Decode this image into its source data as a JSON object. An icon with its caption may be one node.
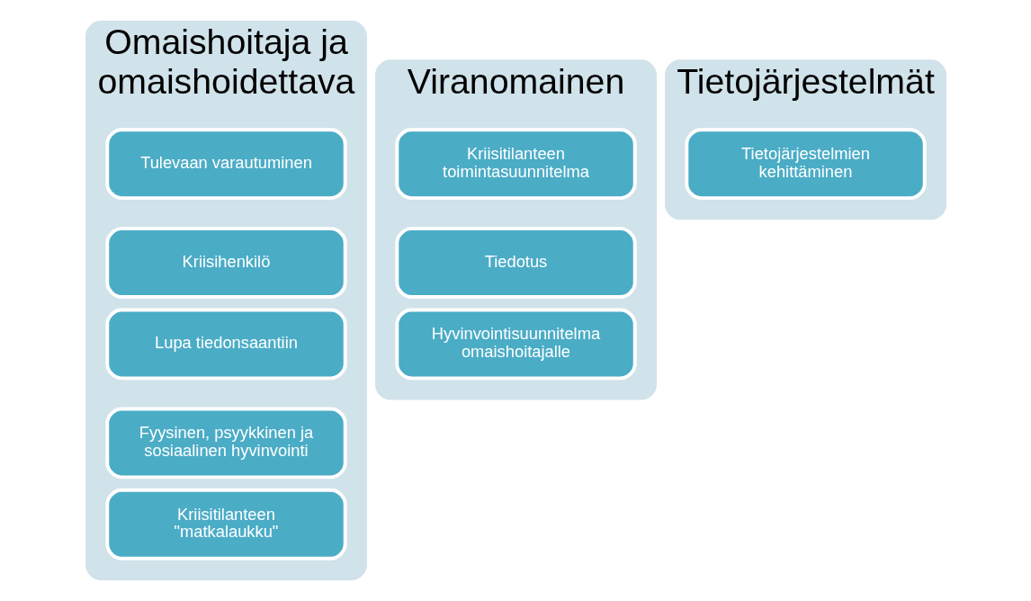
{
  "diagram": {
    "nodes": [
      {
        "text": [
          "Omaishoitaja ja omaishoidettava"
        ]
      },
      {
        "text": [
          "Tulevaan varautuminen"
        ],
        "in": 0
      },
      {
        "text": [
          "Kriisihenkilö"
        ],
        "in": 0
      },
      {
        "text": [
          "Lupa tiedonsaantiin"
        ],
        "in": 0
      },
      {
        "text": [
          "Fyysinen, psyykkinen ja sosiaalinen hyvinvointi"
        ],
        "in": 0
      },
      {
        "text": [
          "Kriisitilanteen \"matkalaukku\""
        ],
        "in": 0
      },
      {
        "text": [
          "Viranomainen"
        ]
      },
      {
        "text": [
          "Kriisitilanteen toimintasuunnitelma"
        ],
        "in": 6
      },
      {
        "text": [
          "Tiedotus"
        ],
        "in": 6
      },
      {
        "text": [
          "Hyvinvointisuunnitelma omaishoitajalle"
        ],
        "in": 6
      },
      {
        "text": [
          "Tietojärjestelmät"
        ]
      },
      {
        "text": [
          "Tietojärjestelmien kehittäminen"
        ],
        "in": 10
      }
    ]
  }
}
